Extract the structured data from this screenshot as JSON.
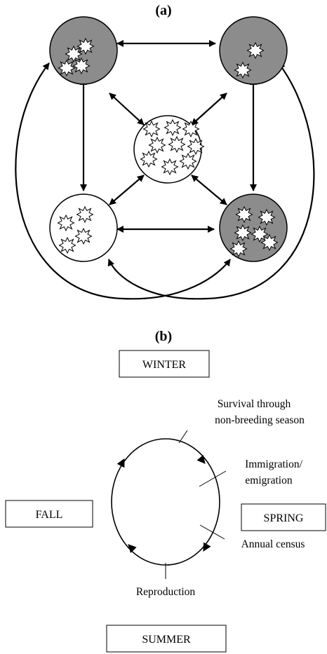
{
  "panel_a": {
    "label": "(a)"
  },
  "panel_b": {
    "label": "(b)",
    "seasons": {
      "winter": "WINTER",
      "fall": "FALL",
      "spring": "SPRING",
      "summer": "SUMMER"
    },
    "events": {
      "survival_line1": "Survival through",
      "survival_line2": "non-breeding season",
      "immigration_line1": "Immigration/",
      "immigration_line2": "emigration",
      "census": "Annual census",
      "reproduction": "Reproduction"
    }
  },
  "colors": {
    "occupied_patch": "#8c8c8c",
    "empty_patch": "#ffffff",
    "stroke": "#000000"
  }
}
